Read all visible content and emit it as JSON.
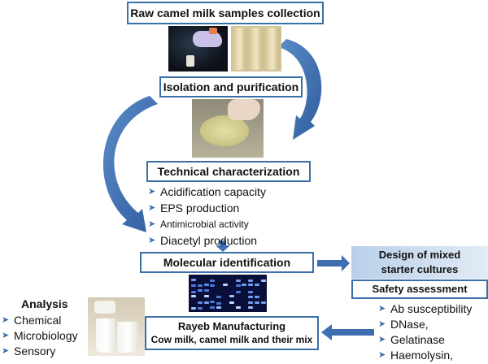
{
  "flow": {
    "collection": "Raw camel milk samples collection",
    "isolation": "Isolation and purification",
    "technical": "Technical characterization",
    "technical_items": [
      "Acidification capacity",
      "EPS production",
      "Antimicrobial activity",
      "Diacetyl production"
    ],
    "molecular": "Molecular identification",
    "design_line1": "Design of mixed",
    "design_line2": "starter cultures",
    "safety": "Safety assessment",
    "safety_items": [
      "Ab susceptibility",
      "DNase,",
      "Gelatinase",
      "Haemolysin,"
    ],
    "rayeb_title": "Rayeb Manufacturing",
    "rayeb_sub": "Cow milk, camel milk and their mix",
    "analysis_title": "Analysis",
    "analysis_items": [
      "Chemical",
      "Microbiology",
      "Sensory"
    ]
  },
  "colors": {
    "box_border": "#3b6fa7",
    "arrow_fill": "#3d6fb0",
    "design_box_fill": "#c9daef"
  },
  "icons": {
    "bullet": "chevron-right-icon",
    "arrow": "curved-arrow-icon"
  }
}
